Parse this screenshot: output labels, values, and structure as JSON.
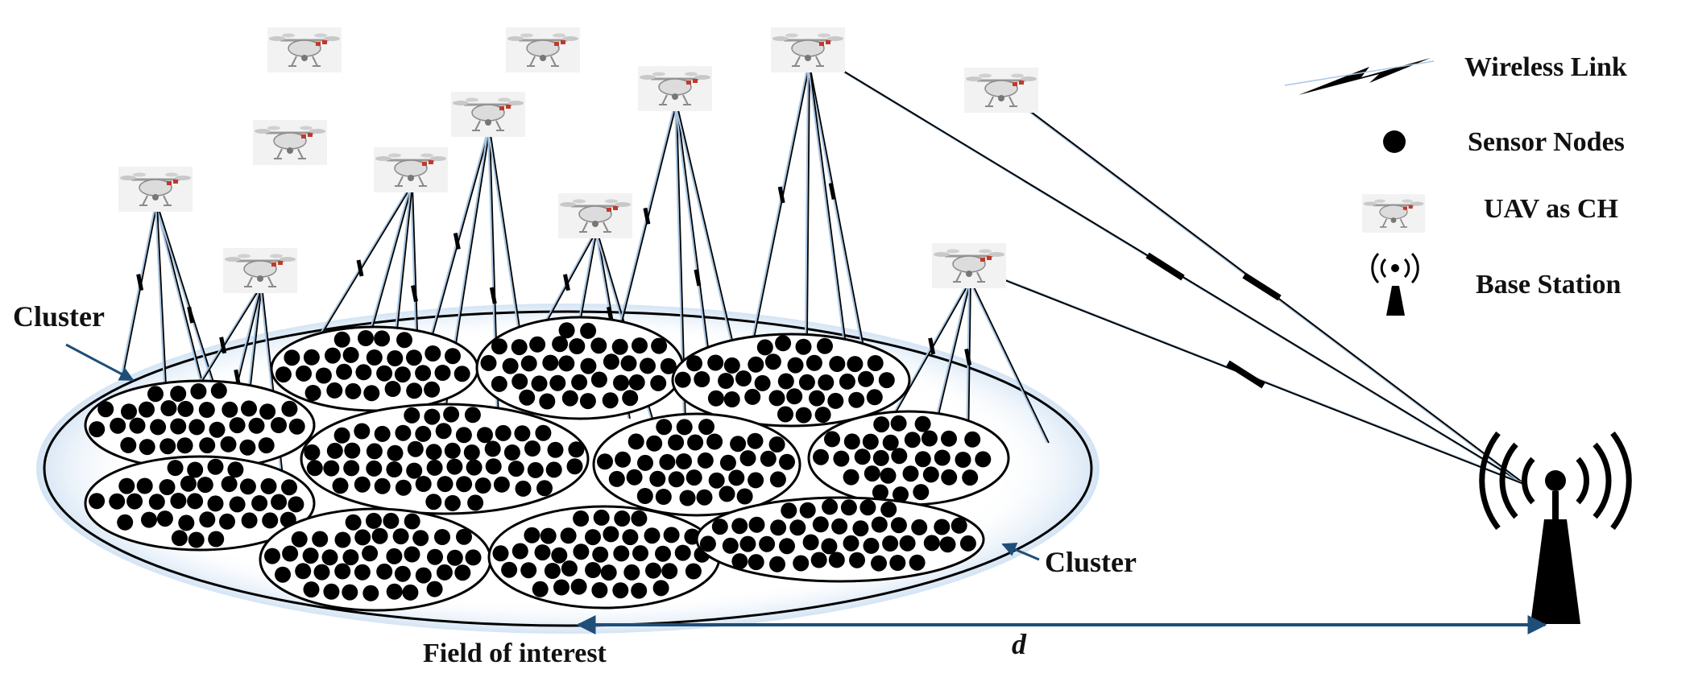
{
  "legend": {
    "wireless_link": "Wireless Link",
    "sensor_nodes": "Sensor Nodes",
    "uav_ch": "UAV as CH",
    "base_station": "Base Station"
  },
  "labels": {
    "cluster_left": "Cluster",
    "cluster_right": "Cluster",
    "field": "Field of interest",
    "distance": "d"
  },
  "colors": {
    "node": "#000000",
    "outline": "#000000",
    "arrow": "#1f4e79",
    "link_light": "#a9c6e3",
    "field_glow": "#d6e6f5"
  },
  "icons": {
    "uav": "quadcopter-drone-icon",
    "base_station": "radio-tower-icon",
    "wireless_link": "lightning-bolt-icon"
  }
}
